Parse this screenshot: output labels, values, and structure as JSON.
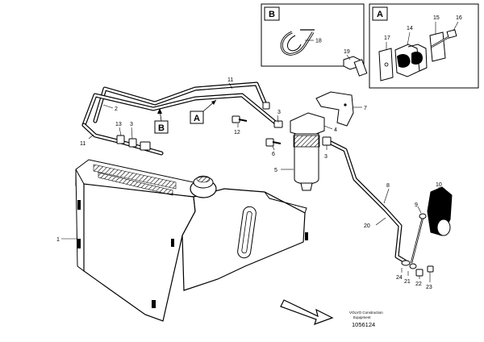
{
  "callouts": [
    {
      "id": "c1",
      "text": "1"
    },
    {
      "id": "c2",
      "text": "2"
    },
    {
      "id": "c3a",
      "text": "3"
    },
    {
      "id": "c3b",
      "text": "3"
    },
    {
      "id": "c3c",
      "text": "3"
    },
    {
      "id": "c4",
      "text": "4"
    },
    {
      "id": "c5",
      "text": "5"
    },
    {
      "id": "c6",
      "text": "6"
    },
    {
      "id": "c7",
      "text": "7"
    },
    {
      "id": "c8",
      "text": "8"
    },
    {
      "id": "c9",
      "text": "9"
    },
    {
      "id": "c10",
      "text": "10"
    },
    {
      "id": "c11a",
      "text": "11"
    },
    {
      "id": "c11b",
      "text": "11"
    },
    {
      "id": "c12",
      "text": "12"
    },
    {
      "id": "c13",
      "text": "13"
    },
    {
      "id": "c14",
      "text": "14"
    },
    {
      "id": "c15",
      "text": "15"
    },
    {
      "id": "c16",
      "text": "16"
    },
    {
      "id": "c17",
      "text": "17"
    },
    {
      "id": "c18",
      "text": "18"
    },
    {
      "id": "c19",
      "text": "19"
    },
    {
      "id": "c20",
      "text": "20"
    },
    {
      "id": "c21",
      "text": "21"
    },
    {
      "id": "c22",
      "text": "22"
    },
    {
      "id": "c23",
      "text": "23"
    },
    {
      "id": "c24",
      "text": "24"
    }
  ],
  "detail_boxes": {
    "a": "A",
    "b": "B"
  },
  "view_markers": {
    "a": "A",
    "b": "B"
  },
  "footer": {
    "line1": "VOLVO Construction",
    "line2": "Equipment",
    "drawing_number": "1056124"
  }
}
